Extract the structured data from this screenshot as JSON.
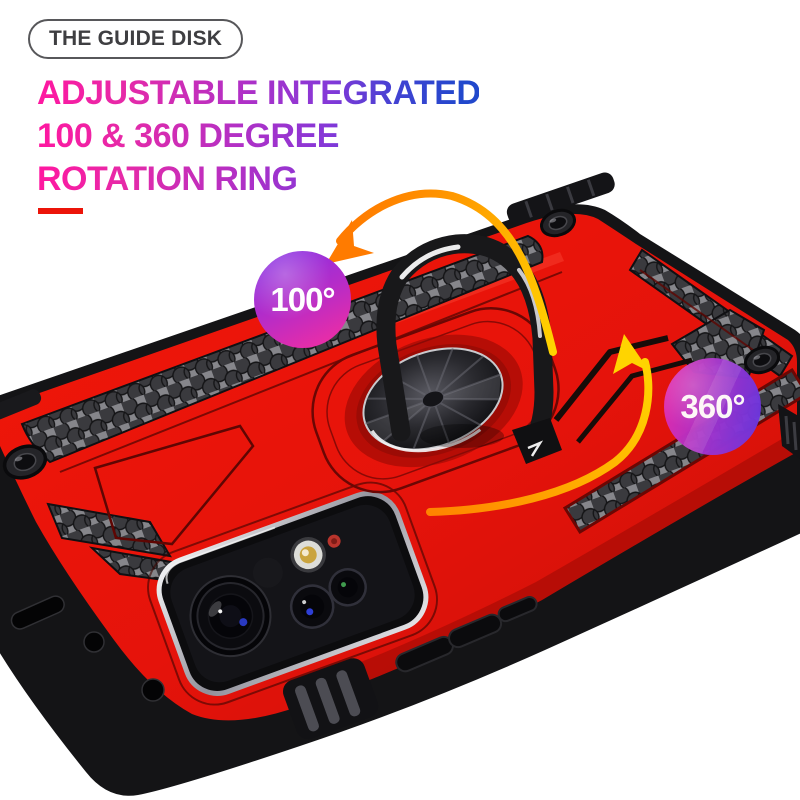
{
  "header": {
    "pill_label": "THE GUIDE DISK",
    "title_lines": [
      "ADJUSTABLE INTEGRATED",
      "100 & 360 DEGREE",
      "ROTATION RING"
    ],
    "title_gradient": [
      "#ff17a0",
      "#b130c6",
      "#8438d8",
      "#2148cc"
    ],
    "underline_color": "#ec1409"
  },
  "badges": [
    {
      "label": "100°",
      "gradient_from": "#8a2fe2",
      "gradient_to": "#f02da2"
    },
    {
      "label": "360°",
      "gradient_from": "#e02cb2",
      "gradient_to": "#6b36de"
    }
  ],
  "product": {
    "case_color": "#e5130b",
    "armor_color": "#39393d",
    "arrow_yellow": "#ffd400",
    "arrow_orange": "#ff7b00",
    "icons": [
      "curved-rotation-arrow-left-icon",
      "curved-rotation-arrow-up-icon",
      "ring-kickstand",
      "metal-disc",
      "camera-module",
      "honeycomb-armor",
      "corner-screw"
    ]
  }
}
